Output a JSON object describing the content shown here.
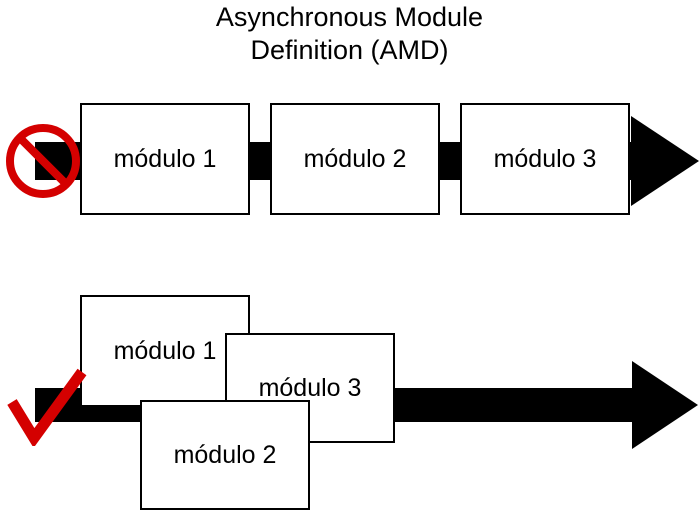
{
  "title": {
    "line1": "Asynchronous Module",
    "line2": "Definition (AMD)"
  },
  "colors": {
    "black": "#000000",
    "red": "#d40000",
    "box_background": "#ffffff",
    "box_border": "#000000"
  },
  "sync_row": {
    "icon": "no-entry-icon",
    "modules": [
      {
        "label": "módulo 1"
      },
      {
        "label": "módulo 2"
      },
      {
        "label": "módulo 3"
      }
    ]
  },
  "async_row": {
    "icon": "checkmark-icon",
    "modules": [
      {
        "label": "módulo 1"
      },
      {
        "label": "módulo 3"
      },
      {
        "label": "módulo 2"
      }
    ]
  }
}
